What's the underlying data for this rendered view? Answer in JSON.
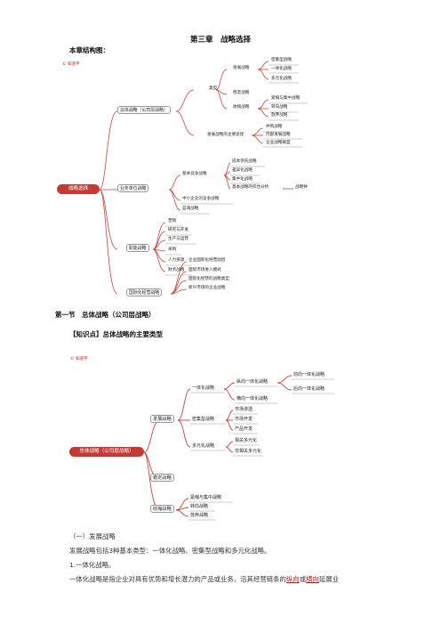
{
  "doc": {
    "chapter_title": "第三章　战略选择",
    "structure_label": "本章结构图：",
    "section_title": "第一节　总体战略（公司层战略）",
    "knowledge_point": "【知识点】总体战略的主要类型",
    "para_heading": "（一）发展战略",
    "para1": "发展战略包括3种基本类型：一体化战略、密集型战略和多元化战略。",
    "para2": "1.一体化战略。",
    "para3_pre": "一体化战略是指企业对具有优势和增长潜力的产品或业务，沿其经营链条的",
    "para3_hl1": "纵向",
    "para3_mid": "或",
    "para3_hl2": "横向",
    "para3_post": "延展业"
  },
  "logo_text": "© 知道平",
  "map1": {
    "root": "战略选择",
    "b1": "总体战略（公司层战略）",
    "type": "类型",
    "dev": "发展战略",
    "dev_items": [
      "密集型战略",
      "一体化战略",
      "多元化战略"
    ],
    "stable": "稳定战略",
    "shrink": "收缩战略",
    "shrink_items": [
      "紧缩与集中战略",
      "转向战略",
      "放弃战略"
    ],
    "dev_path": "发展战略的主要途径",
    "path_items": [
      "并购战略",
      "内部发展战略",
      "企业战略联盟"
    ],
    "b2": "业务单位战略",
    "basic": "基本竞争战略",
    "basic_items": [
      "成本领先战略",
      "差异化战略",
      "集中化战略"
    ],
    "combo": "基本战略的综合分析",
    "clock": "战略钟",
    "sme": "中小企业的竞争战略",
    "blue": "蓝海战略",
    "b3": "职能战略",
    "func_items": [
      "营销",
      "研究与开发",
      "生产与运营",
      "采购",
      "人力资源",
      "财务战略"
    ],
    "b4": "国际化经营战略",
    "intl_items": [
      "企业国际化经营动因",
      "国际市场进入模式",
      "国际化经营的战略类型",
      "新兴市场的企业战略"
    ]
  },
  "map2": {
    "root": "总体战略（公司层战略）",
    "dev": "发展战略",
    "integ": "一体化战略",
    "vertical": "纵向一体化战略",
    "vertical_items": [
      "前向一体化战略",
      "后向一体化战略"
    ],
    "horizontal": "横向一体化战略",
    "intensive": "密集型战略",
    "intensive_items": [
      "市场渗透",
      "市场开发",
      "产品开发"
    ],
    "diversify": "多元化战略",
    "diversify_items": [
      "相关多元化",
      "非相关多元化"
    ],
    "stable": "稳定战略",
    "shrink": "收缩战略",
    "shrink_items": [
      "紧缩与集中战略",
      "转向战略",
      "放弃战略"
    ]
  }
}
